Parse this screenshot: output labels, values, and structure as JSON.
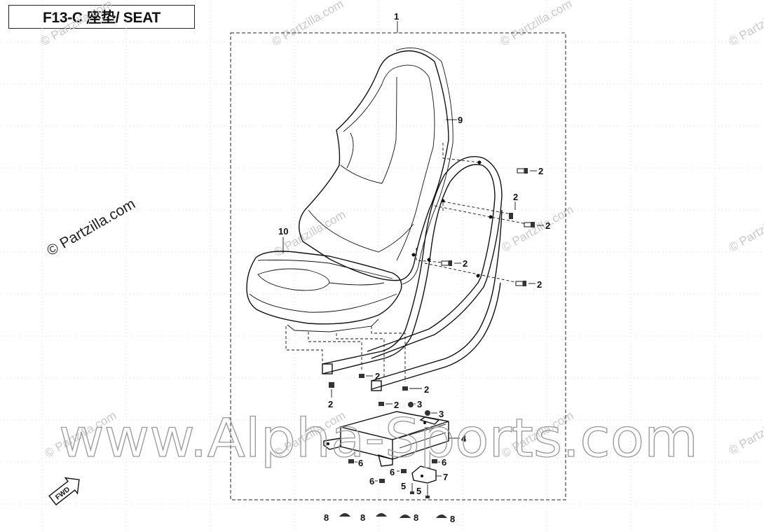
{
  "diagram": {
    "title": "F13-C 座垫/ SEAT",
    "assembly_callout": "1",
    "callouts": {
      "frame": "9",
      "cushion": "10",
      "bolt": "2",
      "nut": "3",
      "bracket": "4",
      "washer": "6",
      "small_bolt": "5",
      "plate": "7",
      "grommet": "8"
    },
    "direction_tag": "FWD"
  },
  "watermarks": {
    "small": "© Partzilla.com",
    "mid": "© Partzilla.com",
    "big": "www.Alpha-Sports.com"
  }
}
